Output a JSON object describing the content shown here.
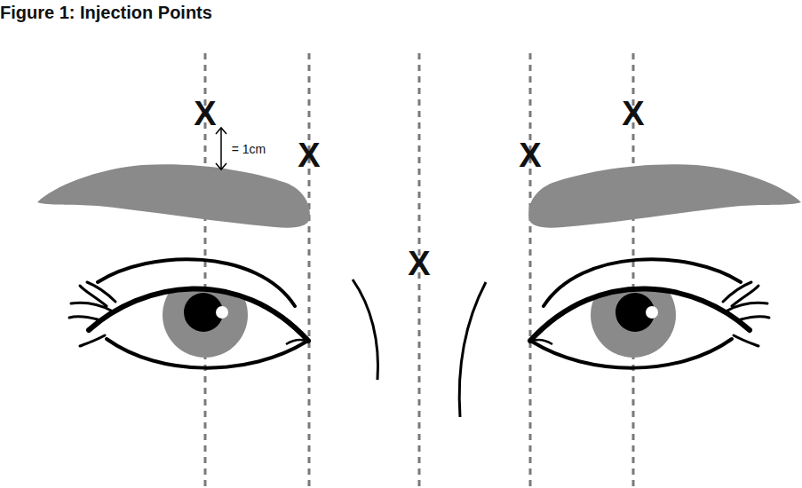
{
  "diagram": {
    "title": "Figure 1: Injection Points",
    "labels": [
      "X",
      "X",
      "= 1cm",
      "X",
      "X",
      "X"
    ]
  }
}
